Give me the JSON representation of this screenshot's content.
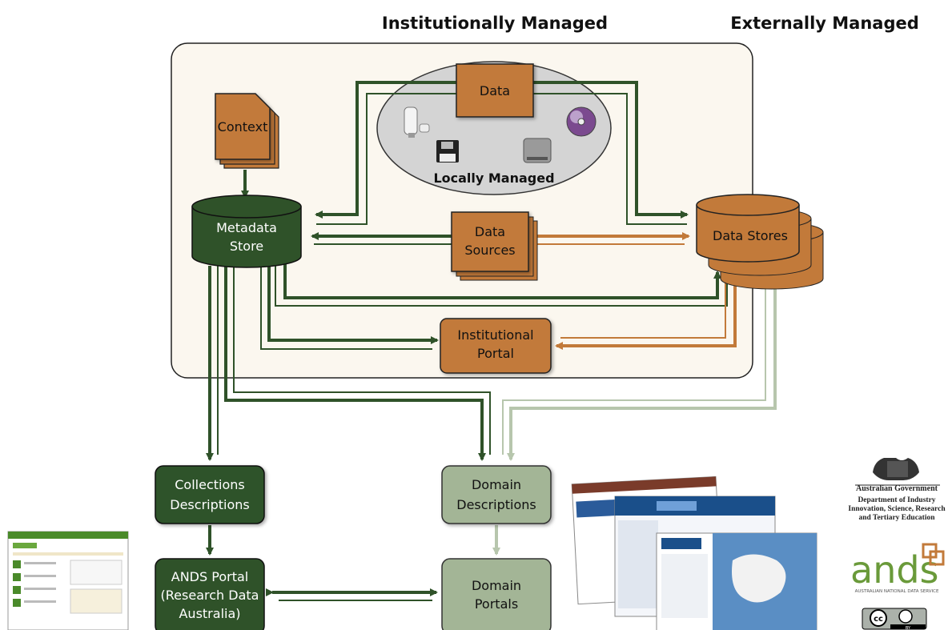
{
  "headers": {
    "institutional": "Institutionally Managed",
    "external": "Externally Managed"
  },
  "nodes": {
    "data": "Data",
    "locally_managed": "Locally Managed",
    "context": "Context",
    "metadata_store": [
      "Metadata",
      "Store"
    ],
    "data_sources": [
      "Data",
      "Sources"
    ],
    "data_stores": "Data Stores",
    "institutional_portal": [
      "Institutional",
      "Portal"
    ],
    "collections_descriptions": [
      "Collections",
      "Descriptions"
    ],
    "domain_descriptions": [
      "Domain",
      "Descriptions"
    ],
    "ands_portal": [
      "ANDS Portal",
      "(Research Data",
      "Australia)"
    ],
    "domain_portals": [
      "Domain",
      "Portals"
    ]
  },
  "logos": {
    "gov_title": "Australian Government",
    "gov_dept": [
      "Department of Industry",
      "Innovation, Science, Research",
      "and Tertiary Education"
    ],
    "ands_wordmark": "ands",
    "ands_tagline": "AUSTRALIAN NATIONAL DATA SERVICE",
    "cc_text": "cc",
    "cc_by": "BY"
  },
  "colors": {
    "dark_green": "#2f5229",
    "light_green": "#a3b596",
    "orange": "#c27a3a",
    "pale_green_arrow": "#b7c6ad",
    "panel_bg": "#fbf7ef",
    "ellipse_bg": "#d4d4d4"
  }
}
